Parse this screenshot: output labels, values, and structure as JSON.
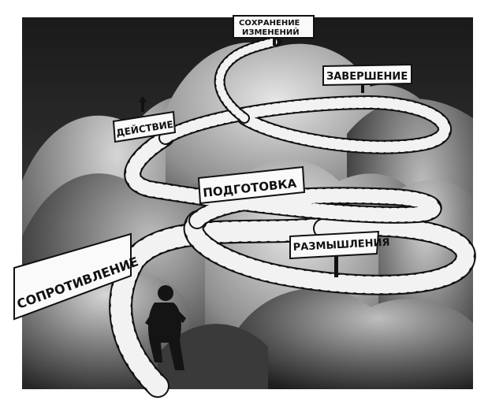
{
  "stages": [
    {
      "id": "resistance",
      "label": "СОПРОТИВЛЕНИЕ"
    },
    {
      "id": "reflection",
      "label": "РАЗМЫШЛЕНИЯ"
    },
    {
      "id": "preparation",
      "label": "ПОДГОТОВКА"
    },
    {
      "id": "action",
      "label": "ДЕЙСТВИЕ"
    },
    {
      "id": "completion",
      "label": "ЗАВЕРШЕНИЕ"
    },
    {
      "id": "maintenance",
      "label_line1": "СОХРАНЕНИЕ",
      "label_line2": "ИЗМЕНЕНИЙ"
    }
  ],
  "colors": {
    "sky": "#2c2c2c",
    "mountain_light": "#d9d9d9",
    "mountain_mid": "#8a8a8a",
    "mountain_dark": "#3a3a3a",
    "stair": "#f4f4f4",
    "stair_edge": "#111111",
    "sign": "#fafafa",
    "figure": "#141414"
  }
}
